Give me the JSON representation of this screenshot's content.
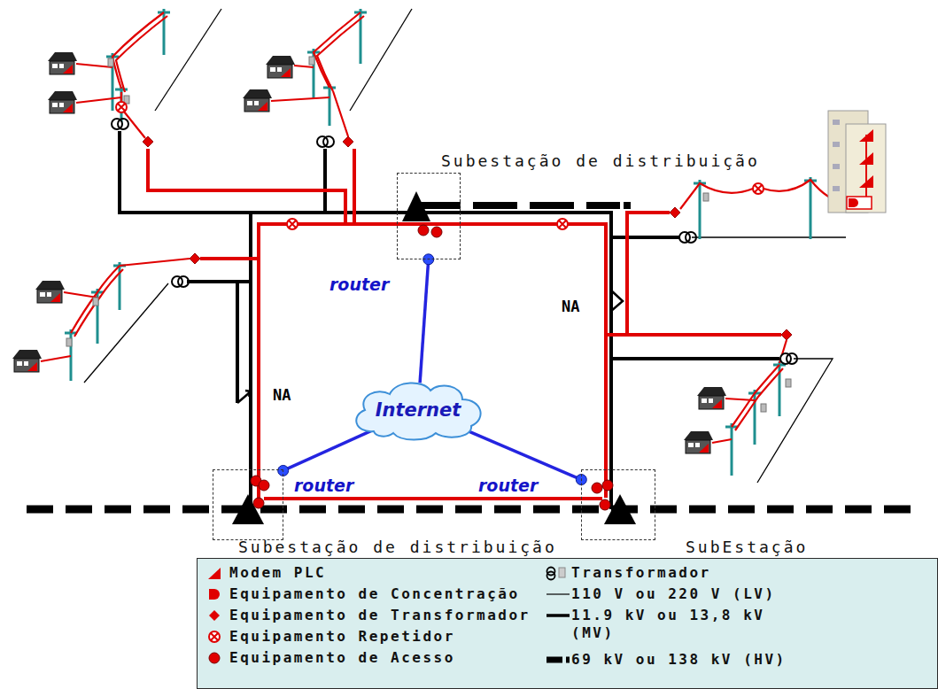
{
  "diagram": {
    "nodes": [
      {
        "text": [
          "Subestação de distribuição"
        ]
      },
      {
        "text": [
          "Internet"
        ]
      },
      {
        "text": [
          "Subestação de distribuição"
        ]
      },
      {
        "text": [
          "SubEstação"
        ]
      }
    ],
    "edges": [
      {
        "from": 1,
        "to": 0,
        "arrow": "none",
        "label": "router"
      },
      {
        "from": 1,
        "to": 2,
        "arrow": "none",
        "label": "router"
      },
      {
        "from": 1,
        "to": 3,
        "arrow": "none",
        "label": "router"
      }
    ],
    "labels": [
      "NA",
      "NA"
    ],
    "legend": [
      {
        "text": "Modem PLC"
      },
      {
        "text": "Equipamento de Concentração"
      },
      {
        "text": "Equipamento de Transformador"
      },
      {
        "text": "Equipamento Repetidor"
      },
      {
        "text": "Equipamento de Acesso"
      },
      {
        "text": "Transformador"
      },
      {
        "text": "110 V ou 220 V (LV)"
      },
      {
        "text": "11.9 kV ou 13,8 kV (MV)"
      },
      {
        "text": "69 kV ou 138 kV (HV)"
      }
    ]
  }
}
